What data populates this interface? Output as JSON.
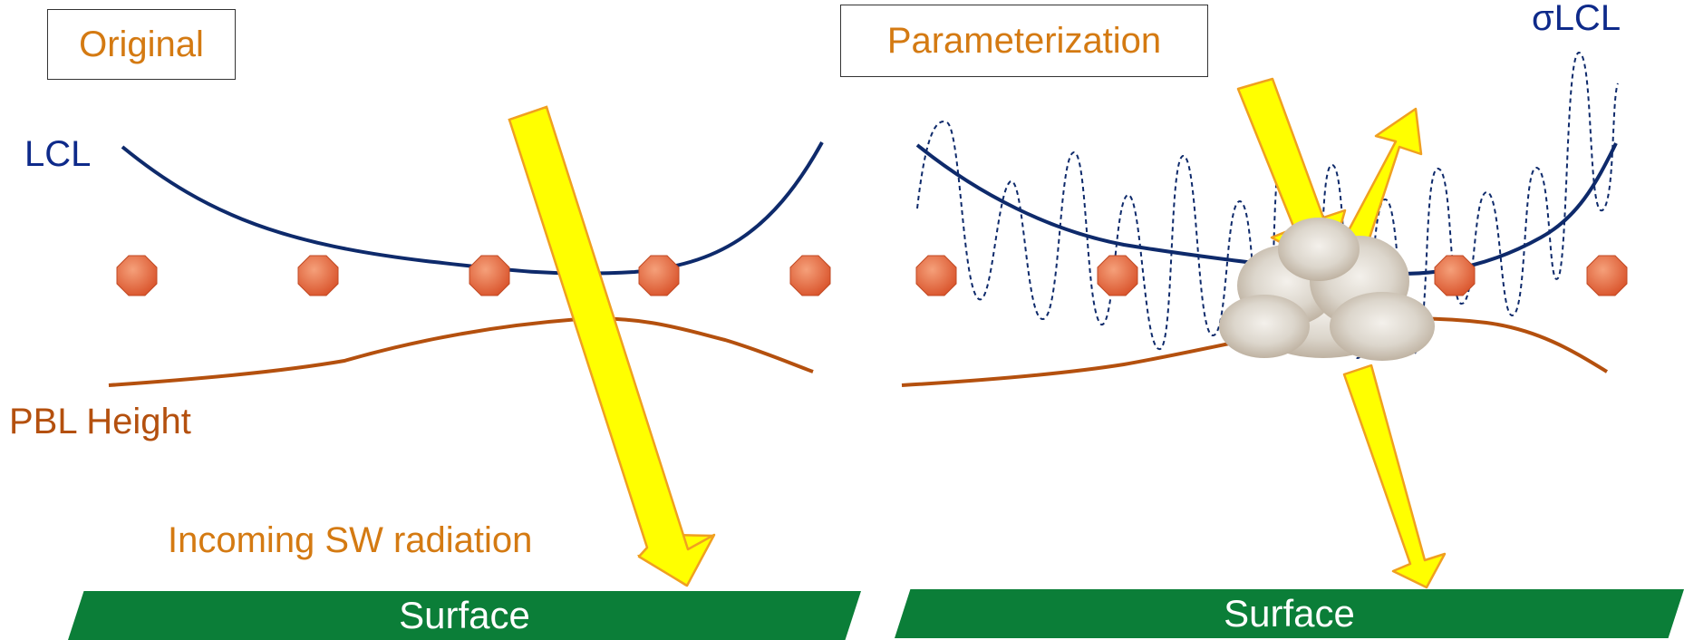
{
  "left_panel": {
    "title": "Original",
    "lcl_label": "LCL",
    "pbl_label": "PBL Height",
    "radiation_label": "Incoming SW radiation",
    "surface_label": "Surface"
  },
  "right_panel": {
    "title": "Parameterization",
    "sigma_label": "σLCL",
    "surface_label": "Surface"
  },
  "colors": {
    "lcl_line": "#0e2a6b",
    "pbl_line": "#b4500e",
    "label_orange": "#d47a12",
    "label_navy": "#0e2a8a",
    "arrow_fill": "#ffff00",
    "arrow_stroke": "#f0a020",
    "surface": "#0b7e38",
    "octagon": "#e8623a"
  }
}
